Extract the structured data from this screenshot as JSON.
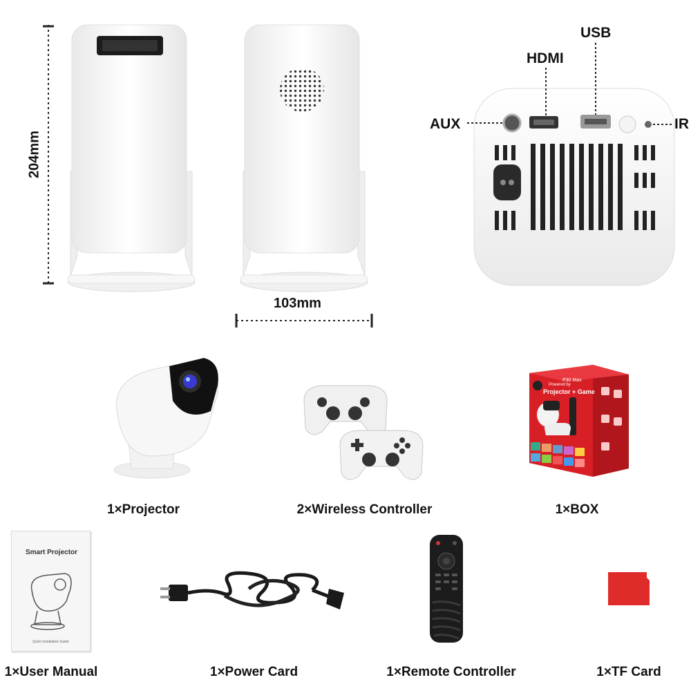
{
  "dimensions": {
    "height": "204mm",
    "width": "103mm"
  },
  "ports": {
    "usb": "USB",
    "hdmi": "HDMI",
    "aux": "AUX",
    "ir": "IR"
  },
  "items": [
    {
      "label": "1×Projector",
      "icon": "projector-icon"
    },
    {
      "label": "2×Wireless Controller",
      "icon": "gamepad-icon"
    },
    {
      "label": "1×BOX",
      "icon": "box-icon"
    },
    {
      "label": "1×User Manual",
      "icon": "manual-icon"
    },
    {
      "label": "1×Power Card",
      "icon": "power-cord-icon"
    },
    {
      "label": "1×Remote Controller",
      "icon": "remote-icon"
    },
    {
      "label": "1×TF Card",
      "icon": "tf-card-icon"
    }
  ],
  "manual": {
    "title": "Smart Projector",
    "footer": "Quick Installation Guide"
  },
  "box": {
    "brand": "Powered by",
    "model": "P30 Max",
    "headline": "Projector + Game"
  },
  "colors": {
    "box_red": "#d81f26",
    "tf_card": "#e02b2b",
    "device_white": "#f4f4f4"
  }
}
